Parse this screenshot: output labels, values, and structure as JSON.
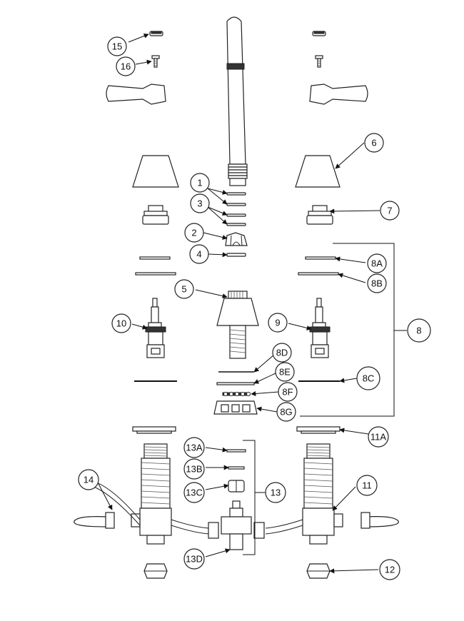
{
  "labels": {
    "p15": "15",
    "p16": "16",
    "p6": "6",
    "p7": "7",
    "p1": "1",
    "p3": "3",
    "p2": "2",
    "p4": "4",
    "p5": "5",
    "p8a": "8A",
    "p8b": "8B",
    "p8": "8",
    "p10": "10",
    "p9": "9",
    "p8d": "8D",
    "p8e": "8E",
    "p8c": "8C",
    "p8f": "8F",
    "p8g": "8G",
    "p11a": "11A",
    "p13a": "13A",
    "p13b": "13B",
    "p13c": "13C",
    "p13": "13",
    "p14": "14",
    "p11": "11",
    "p13d": "13D",
    "p12": "12"
  },
  "icons": {
    "arrowhead": "arrowhead-icon"
  },
  "colors": {
    "stroke": "#222222",
    "background": "#ffffff"
  }
}
